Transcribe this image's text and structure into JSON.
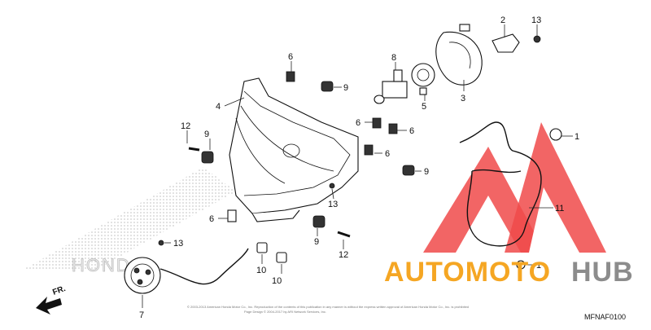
{
  "diagram": {
    "callouts": [
      {
        "id": "c2",
        "label": "2"
      },
      {
        "id": "c13a",
        "label": "13"
      },
      {
        "id": "c6a",
        "label": "6"
      },
      {
        "id": "c9a",
        "label": "9"
      },
      {
        "id": "c8",
        "label": "8"
      },
      {
        "id": "c4",
        "label": "4"
      },
      {
        "id": "c5",
        "label": "5"
      },
      {
        "id": "c3",
        "label": "3"
      },
      {
        "id": "c12a",
        "label": "12"
      },
      {
        "id": "c9b",
        "label": "9"
      },
      {
        "id": "c6b",
        "label": "6"
      },
      {
        "id": "c6c",
        "label": "6"
      },
      {
        "id": "c6d",
        "label": "6"
      },
      {
        "id": "c1a",
        "label": "1"
      },
      {
        "id": "c9c",
        "label": "9"
      },
      {
        "id": "c13b",
        "label": "13"
      },
      {
        "id": "c11",
        "label": "11"
      },
      {
        "id": "c6e",
        "label": "6"
      },
      {
        "id": "c9d",
        "label": "9"
      },
      {
        "id": "c13c",
        "label": "13"
      },
      {
        "id": "c12b",
        "label": "12"
      },
      {
        "id": "c10a",
        "label": "10"
      },
      {
        "id": "c10b",
        "label": "10"
      },
      {
        "id": "c1b",
        "label": "1"
      },
      {
        "id": "c7",
        "label": "7"
      }
    ],
    "direction_label": "FR.",
    "diagram_code": "MFNAF0100",
    "copyright_line1": "© 2003-2013 American Honda Motor Co., Inc. Reproduction of the contents of this publication in any manner is without the express written approval of American Honda Motor Co., Inc. is prohibited",
    "copyright_line2": "Page Design © 2004-2017 by ARI Network Services, Inc.",
    "background_brand_text": "HONDA"
  },
  "watermark": {
    "text_orange": "AUTOMOTO",
    "text_gray": "HUB",
    "color_orange": "#f5a623",
    "color_gray": "#8c8c8c",
    "color_logo_red": "#f04a4a"
  }
}
